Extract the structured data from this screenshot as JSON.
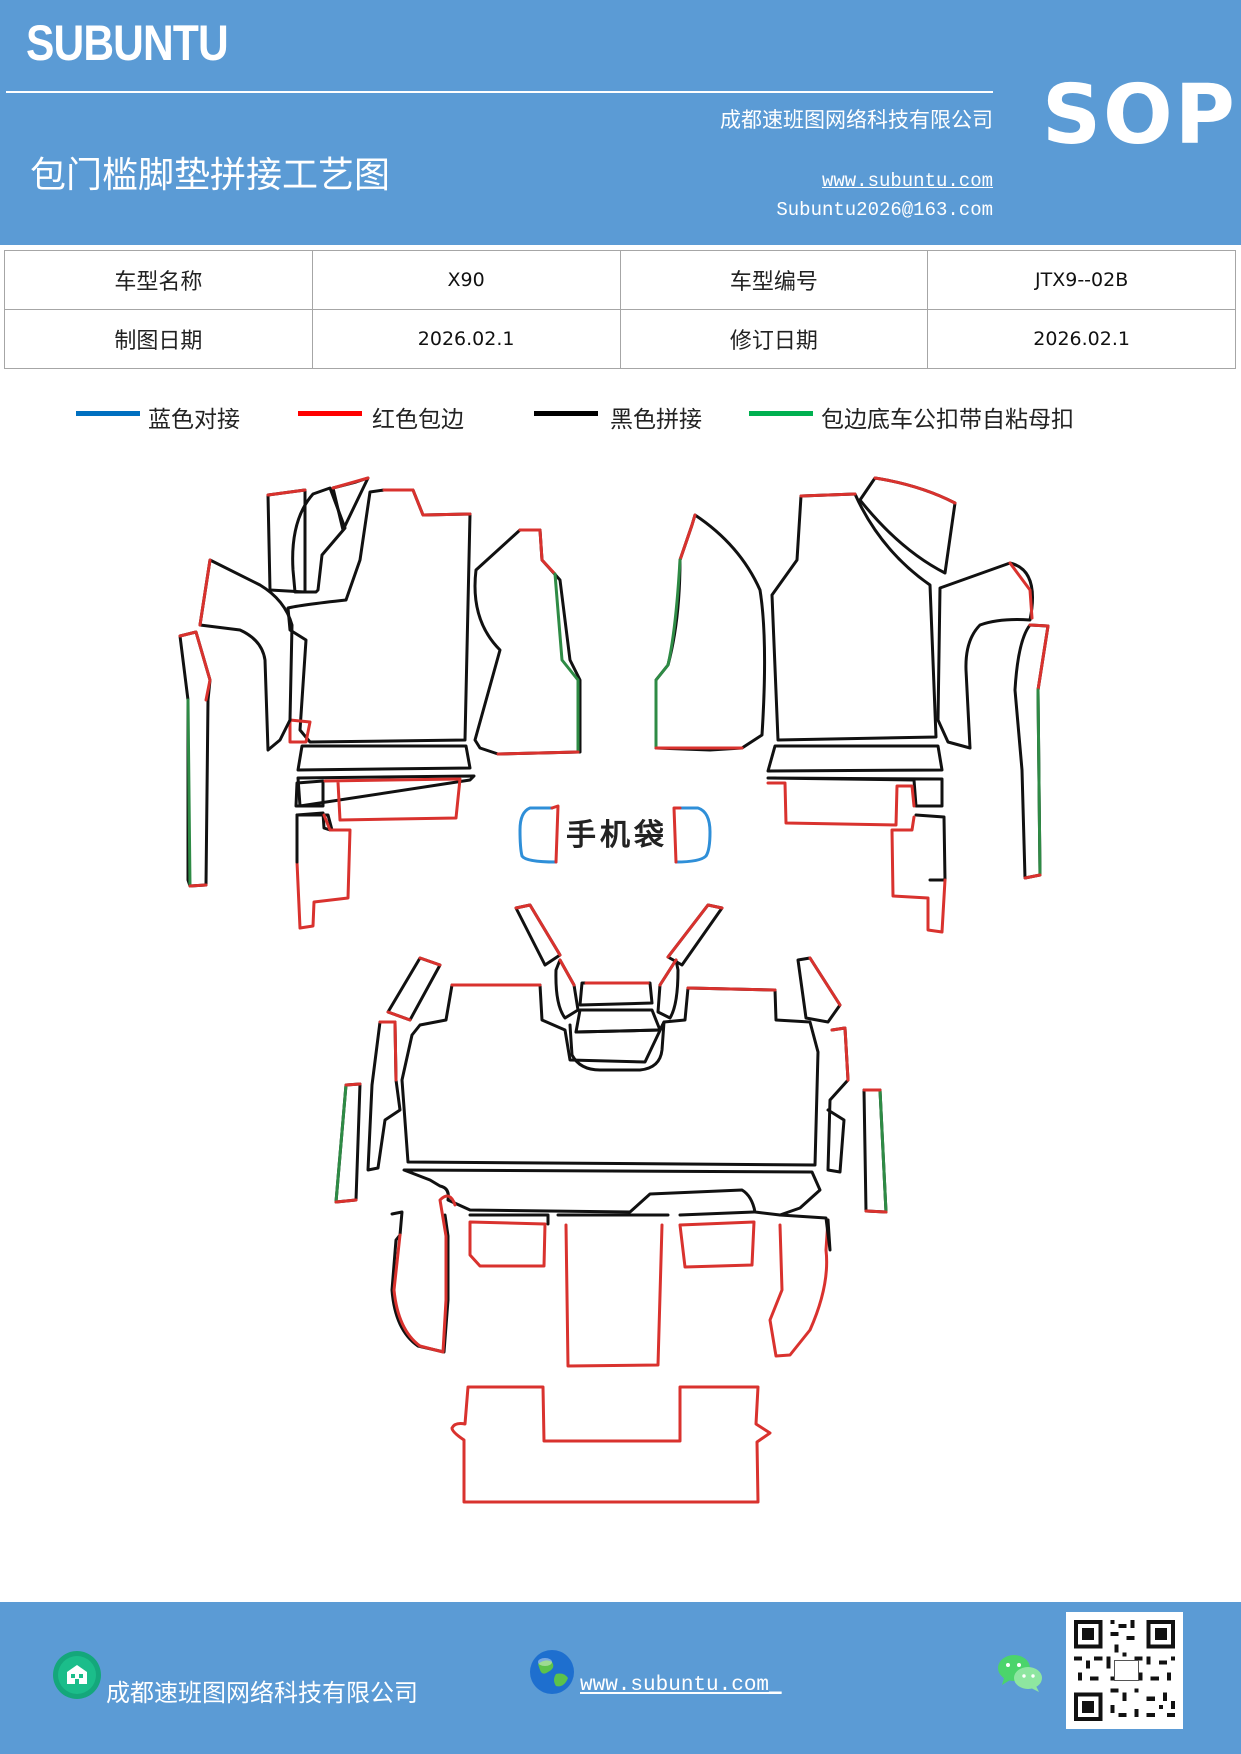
{
  "header": {
    "brand": "SUBUNTU",
    "company": "成都速班图网络科技有限公司",
    "title": "包门槛脚垫拼接工艺图",
    "website": "www.subuntu.com",
    "email": "Subuntu2026@163.com",
    "badge": "SOP"
  },
  "info_table": {
    "model_name_label": "车型名称",
    "model_name_value": "X90",
    "model_code_label": "车型编号",
    "model_code_value": "JTX9--02B",
    "draw_date_label": "制图日期",
    "draw_date_value": "2026.02.1",
    "revise_date_label": "修订日期",
    "revise_date_value": "2026.02.1"
  },
  "legend": [
    {
      "label": "蓝色对接",
      "color": "#0070c0"
    },
    {
      "label": "红色包边",
      "color": "#ff0000"
    },
    {
      "label": "黑色拼接",
      "color": "#000000"
    },
    {
      "label": "包边底车公扣带自粘母扣",
      "color": "#00b050"
    }
  ],
  "diagram": {
    "phone_bag_label": "手机袋",
    "colors": {
      "blue": "#2f8fd8",
      "red": "#d9322e",
      "black": "#111111",
      "green": "#2e8b45"
    }
  },
  "footer": {
    "company": "成都速班图网络科技有限公司",
    "website": "www.subuntu.com_",
    "icons": [
      "building-icon",
      "globe-icon",
      "wechat-icon",
      "qr-code"
    ]
  }
}
